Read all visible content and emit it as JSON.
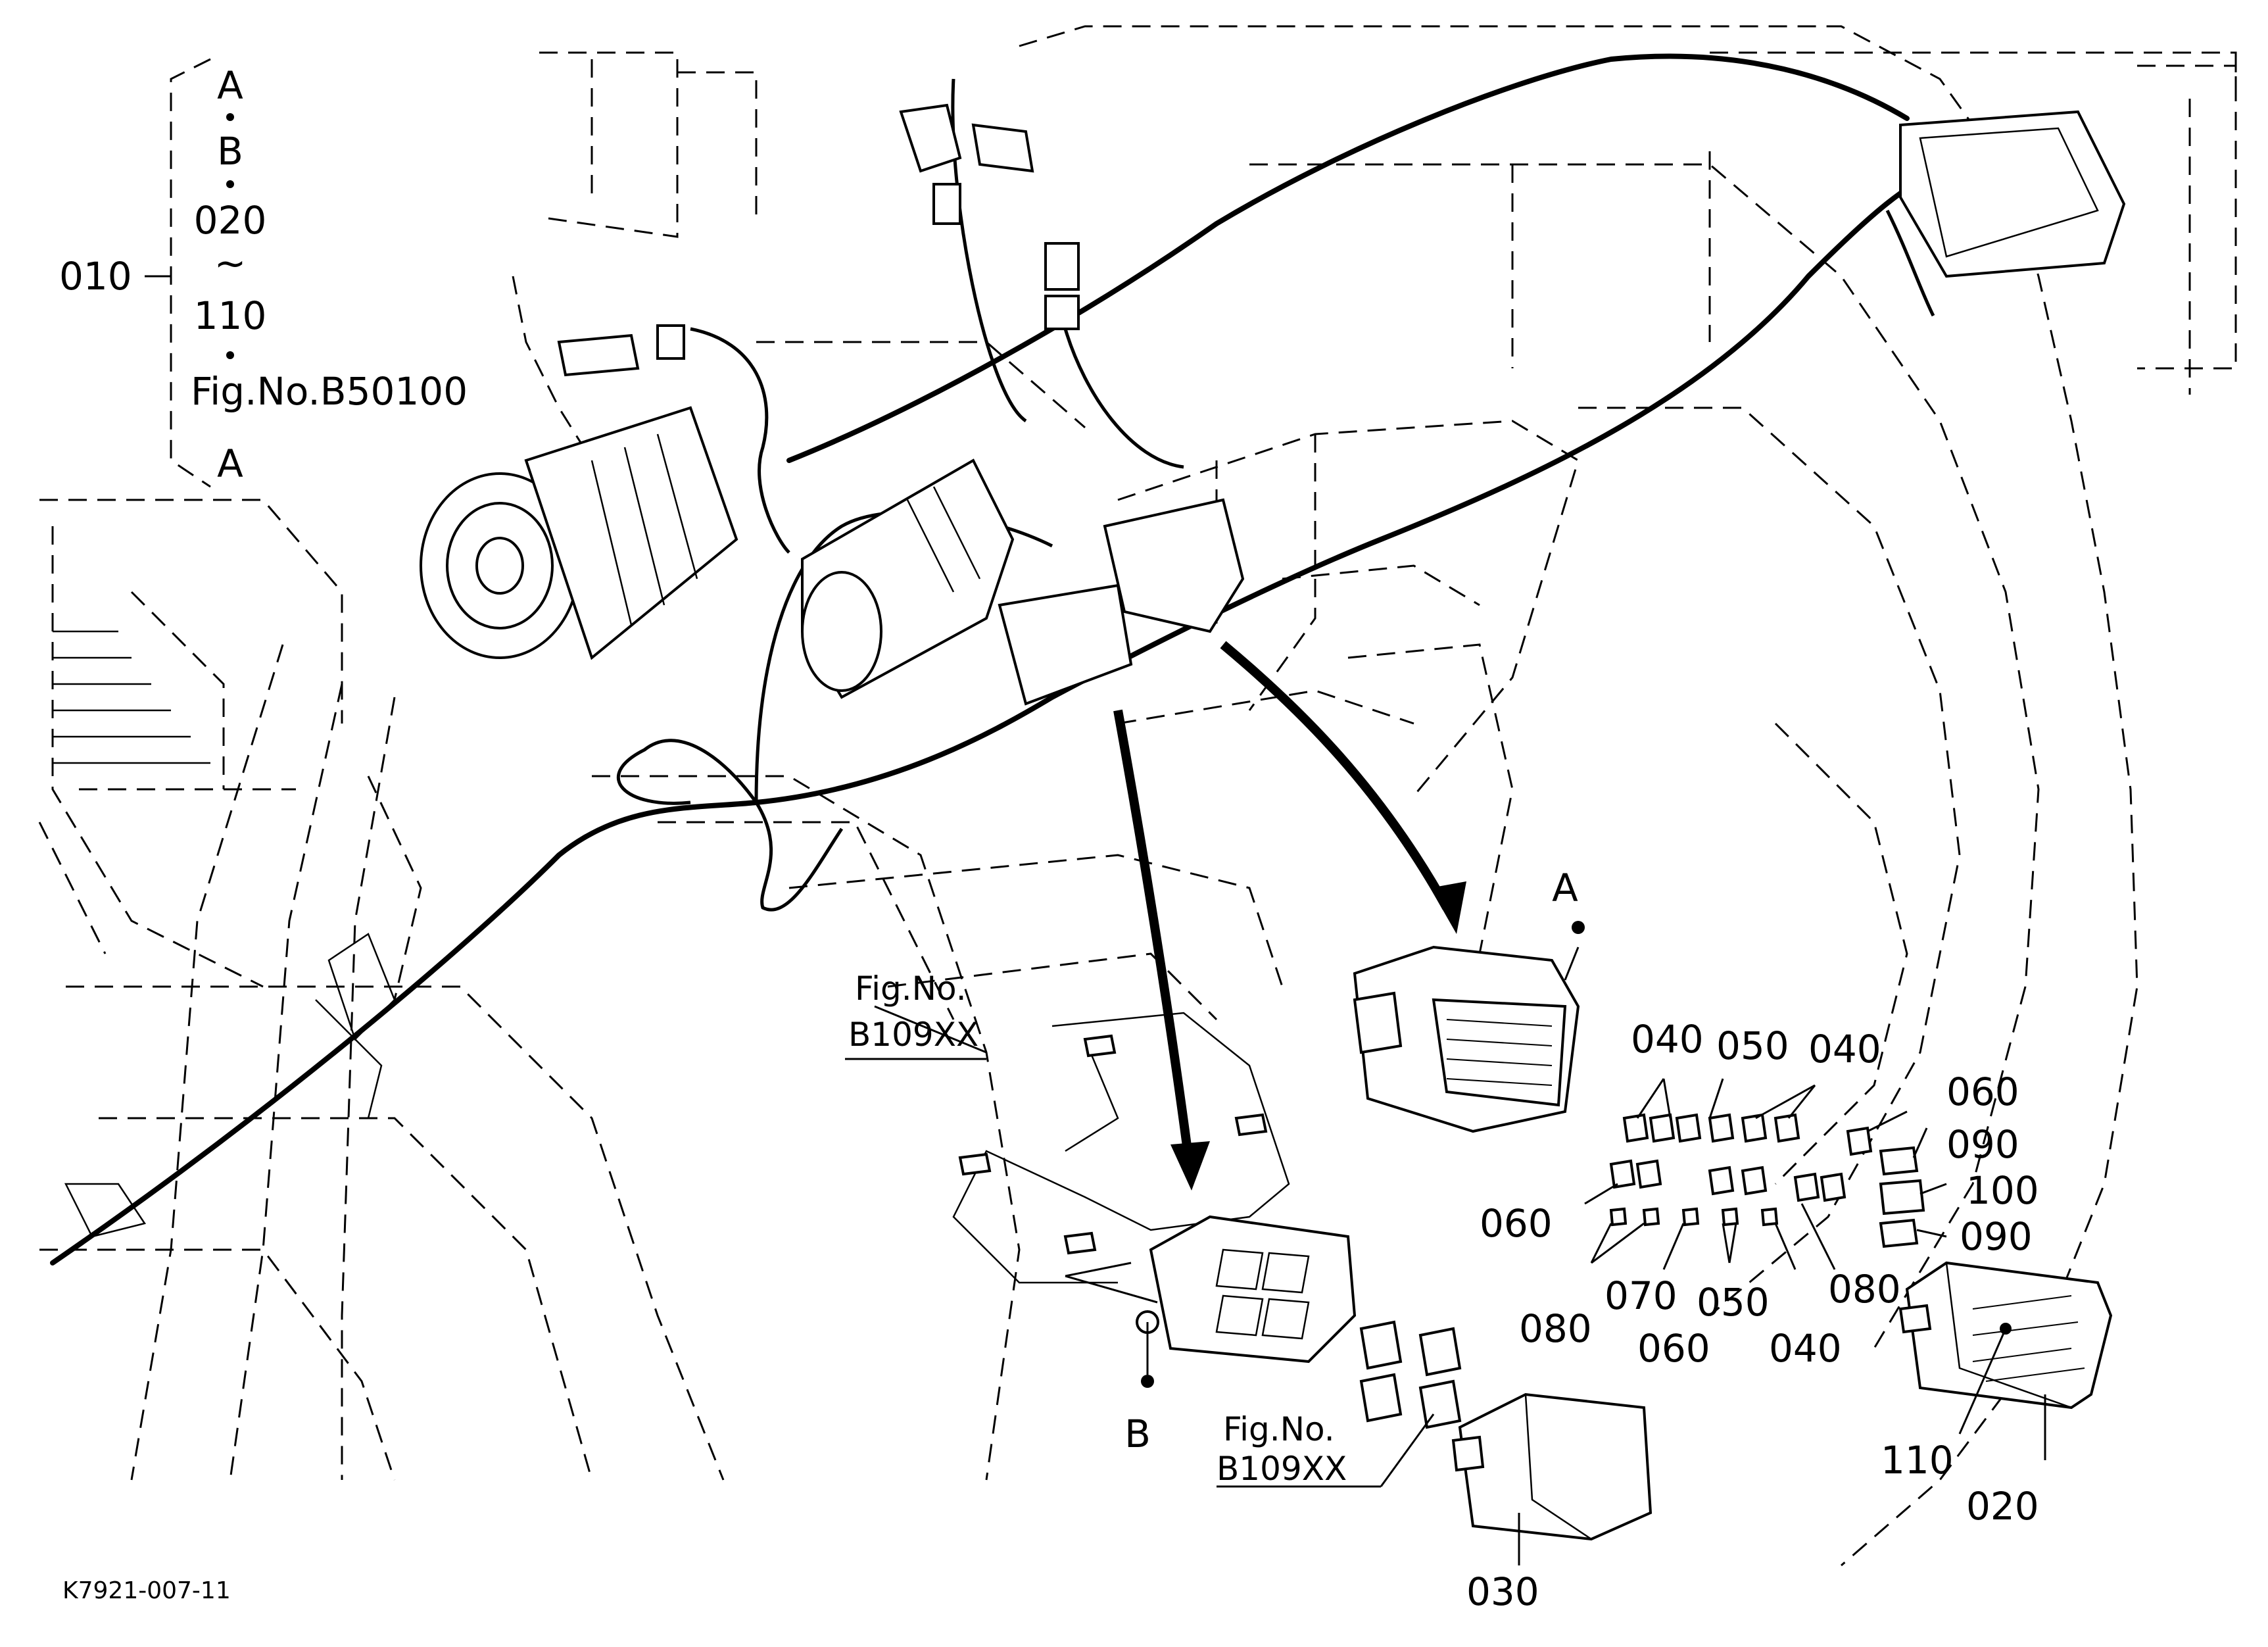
{
  "bracket_group": {
    "top_letter": "A",
    "second_letter": "B",
    "range_start": "020",
    "range_sep": "~",
    "range_end": "110",
    "fig_ref": "Fig.No.B50100",
    "bottom_letter": "A",
    "assembly_number": "010"
  },
  "fig_refs": {
    "left_line1": "Fig.No.",
    "left_line2": "B109XX",
    "bottom_line1": "Fig.No.",
    "bottom_line2": "B109XX"
  },
  "view_labels": {
    "a": "A",
    "b": "B"
  },
  "callouts": {
    "c040_top_left": "040",
    "c050_top": "050",
    "c040_top_right": "040",
    "c060_right": "060",
    "c090_top": "090",
    "c100": "100",
    "c090_bottom": "090",
    "c060_left": "060",
    "c080_left": "080",
    "c070": "070",
    "c050_bottom": "050",
    "c060_bottom": "060",
    "c040_bottom": "040",
    "c080_right": "080",
    "c110": "110",
    "c020": "020",
    "c030": "030"
  },
  "drawing_code": "K7921-007-11"
}
